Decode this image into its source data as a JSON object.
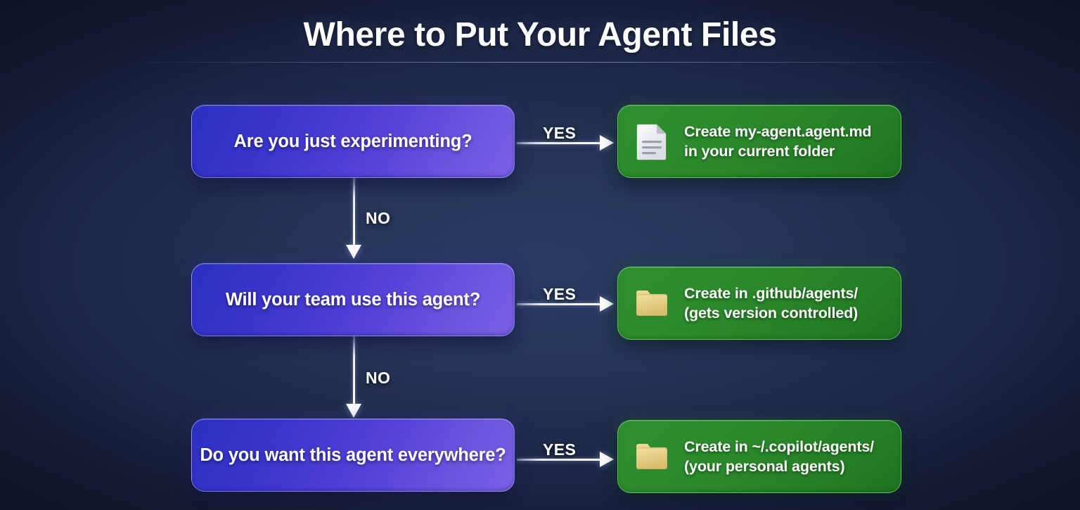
{
  "header": {
    "title": "Where to Put Your Agent Files"
  },
  "flow": {
    "decisions": [
      {
        "id": "experimenting",
        "label": "Are you just experimenting?"
      },
      {
        "id": "team-use",
        "label": "Will your team use this agent?"
      },
      {
        "id": "everywhere",
        "label": "Do you want this agent everywhere?"
      }
    ],
    "outcomes": [
      {
        "id": "current-folder",
        "icon": "document-icon",
        "line1": "Create my-agent.agent.md",
        "line2": "in your current folder"
      },
      {
        "id": "github-agents",
        "icon": "folder-icon",
        "line1": "Create in .github/agents/",
        "line2": "(gets version controlled)"
      },
      {
        "id": "copilot-agents",
        "icon": "folder-icon",
        "line1": "Create in ~/.copilot/agents/",
        "line2": "(your personal agents)"
      }
    ],
    "yes_labels": [
      "YES",
      "YES",
      "YES"
    ],
    "no_labels": [
      "NO",
      "NO"
    ]
  },
  "colors": {
    "background_center": "#2a3a63",
    "background_edge": "#11152a",
    "decision_gradient_start": "#2b31c2",
    "decision_gradient_end": "#7a60e6",
    "outcome_green": "#2b8a2b",
    "outcome_border": "#6ce06c",
    "arrow_white": "#ffffff",
    "folder_icon": "#e8d185",
    "document_icon": "#eef0f2"
  }
}
